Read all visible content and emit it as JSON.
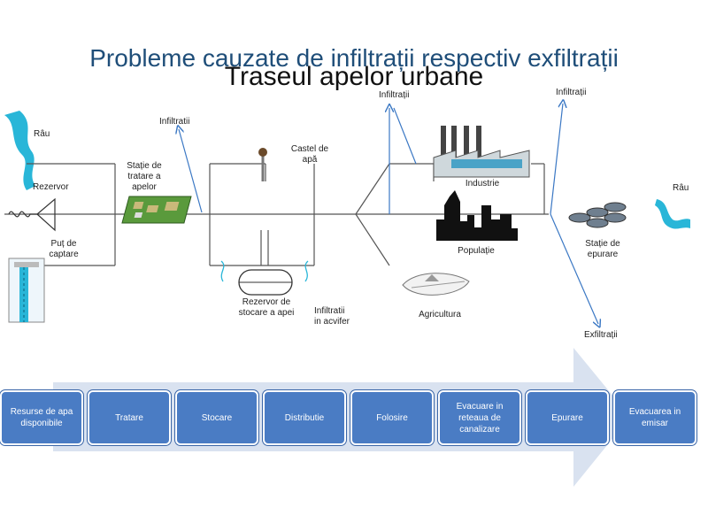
{
  "title": "Probleme cauzate de infiltrații respectiv exfiltrații",
  "subtitle": "Traseul apelor urbane",
  "labels": {
    "rau_left": "Râu",
    "rezervor": "Rezervor",
    "put_line1": "Puț de",
    "put_line2": "captare",
    "statie_tratare_1": "Stație de",
    "statie_tratare_2": "tratare a",
    "statie_tratare_3": "apelor",
    "castel_1": "Castel de",
    "castel_2": "apă",
    "rezervor_stocare_1": "Rezervor de",
    "rezervor_stocare_2": "stocare a apei",
    "infiltratii_acvifer_1": "Infiltratii",
    "infiltratii_acvifer_2": "in acvifer",
    "infiltratii_1": "Infiltratii",
    "infiltratii_2": "Infiltrații",
    "infiltratii_3": "Infiltrații",
    "industrie": "Industrie",
    "populatie": "Populație",
    "agricultura": "Agricultura",
    "statie_epurare_1": "Stație de",
    "statie_epurare_2": "epurare",
    "rau_right": "Râu",
    "exfiltratii": "Exfiltrații"
  },
  "steps": [
    {
      "l1": "Resurse de apa",
      "l2": "disponibile",
      "l3": ""
    },
    {
      "l1": "Tratare",
      "l2": "",
      "l3": ""
    },
    {
      "l1": "Stocare",
      "l2": "",
      "l3": ""
    },
    {
      "l1": "Distributie",
      "l2": "",
      "l3": ""
    },
    {
      "l1": "Folosire",
      "l2": "",
      "l3": ""
    },
    {
      "l1": "Evacuare in",
      "l2": "reteaua de",
      "l3": "canalizare"
    },
    {
      "l1": "Epurare",
      "l2": "",
      "l3": ""
    },
    {
      "l1": "Evacuarea in",
      "l2": "emisar",
      "l3": ""
    }
  ],
  "colors": {
    "title": "#1f4e79",
    "river": "#29b6d8",
    "arrow_line": "#3b78c4",
    "step_box": "#4a7cc4",
    "process_arrow": "#d9e2f0"
  },
  "icons": [
    "river-icon",
    "reservoir-icon",
    "well-icon",
    "treatment-board-icon",
    "water-tower-icon",
    "storage-tank-icon",
    "factory-icon",
    "city-skyline-icon",
    "farm-icon",
    "treatment-plant-icon"
  ]
}
